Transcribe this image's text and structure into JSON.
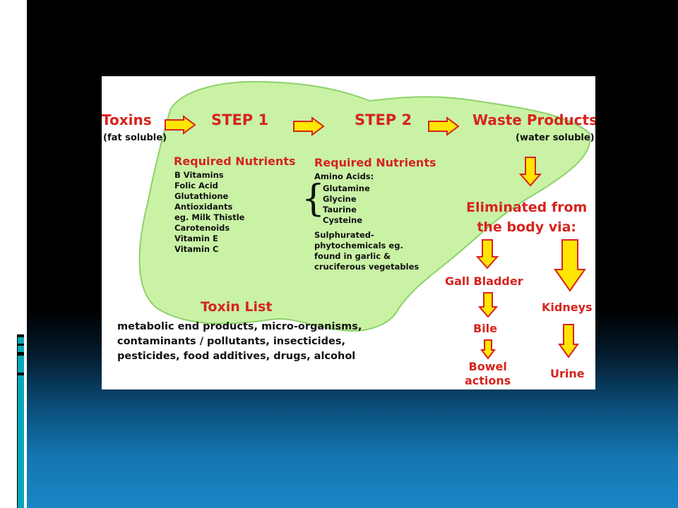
{
  "diagram": {
    "toxins": {
      "title": "Toxins",
      "subtitle": "(fat soluble)"
    },
    "step1": {
      "title": "STEP 1"
    },
    "step2": {
      "title": "STEP 2"
    },
    "waste": {
      "title": "Waste Products",
      "subtitle": "(water soluble)"
    },
    "required_nutrients_1": {
      "heading": "Required Nutrients",
      "items": [
        "B Vitamins",
        "Folic Acid",
        "Glutathione",
        "Antioxidants",
        "eg. Milk Thistle",
        "Carotenoids",
        "Vitamin E",
        "Vitamin C"
      ]
    },
    "required_nutrients_2": {
      "heading": "Required Nutrients",
      "amino_heading": "Amino Acids:",
      "amino_items": [
        "Glutamine",
        "Glycine",
        "Taurine",
        "Cysteine"
      ],
      "extra_items": [
        "Sulphurated-",
        "phytochemicals eg.",
        "found in garlic &",
        "cruciferous vegetables"
      ]
    },
    "eliminated": {
      "line1": "Eliminated from",
      "line2": "the body via:"
    },
    "gall_bladder": "Gall Bladder",
    "bile": "Bile",
    "bowel": {
      "line1": "Bowel",
      "line2": "actions"
    },
    "kidneys": "Kidneys",
    "urine": "Urine",
    "toxin_list": {
      "heading": "Toxin List",
      "lines": [
        "metabolic end products, micro-organisms,",
        "contaminants / pollutants, insecticides,",
        "pesticides, food additives, drugs, alcohol"
      ]
    },
    "colors": {
      "liver": "#c9f2a5",
      "liver_outline": "#8fd16a",
      "arrow_fill": "#ffe600",
      "arrow_stroke": "#d7231d",
      "heading_red": "#d7231d"
    }
  }
}
